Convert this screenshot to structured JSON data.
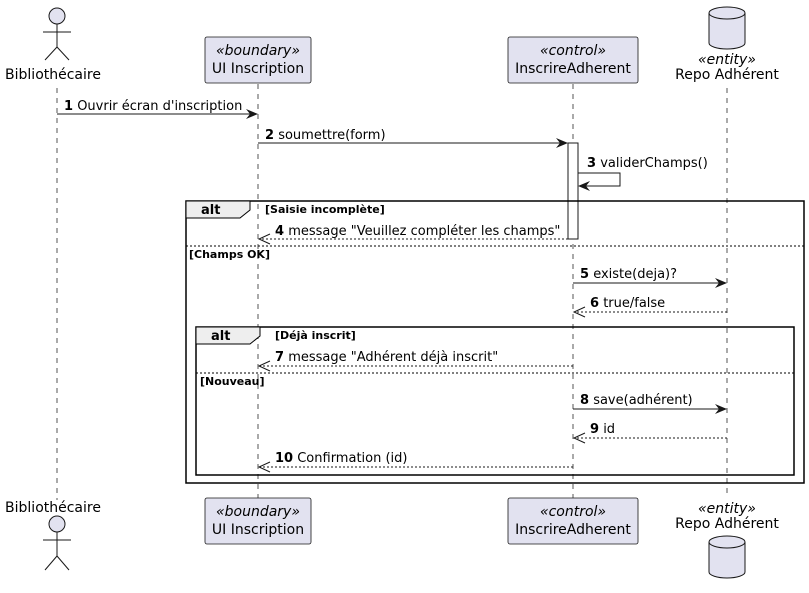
{
  "participants": [
    {
      "id": "lib",
      "kind": "actor",
      "name": "Bibliothécaire",
      "stereotype": ""
    },
    {
      "id": "ui",
      "kind": "box",
      "name": "UI Inscription",
      "stereotype": "«boundary»"
    },
    {
      "id": "ctl",
      "kind": "box",
      "name": "InscrireAdherent",
      "stereotype": "«control»"
    },
    {
      "id": "repo",
      "kind": "database",
      "name": "Repo Adhérent",
      "stereotype": "«entity»"
    }
  ],
  "messages": [
    {
      "num": "1",
      "text": "Ouvrir écran d'inscription",
      "from": "lib",
      "to": "ui",
      "style": "solid"
    },
    {
      "num": "2",
      "text": "soumettre(form)",
      "from": "ui",
      "to": "ctl",
      "style": "solid"
    },
    {
      "num": "3",
      "text": "validerChamps()",
      "from": "ctl",
      "to": "ctl",
      "style": "self"
    },
    {
      "num": "4",
      "text": "message \"Veuillez compléter les champs\"",
      "from": "ctl",
      "to": "ui",
      "style": "dashed"
    },
    {
      "num": "5",
      "text": "existe(deja)?",
      "from": "ctl",
      "to": "repo",
      "style": "solid"
    },
    {
      "num": "6",
      "text": "true/false",
      "from": "repo",
      "to": "ctl",
      "style": "dashed"
    },
    {
      "num": "7",
      "text": "message \"Adhérent déjà inscrit\"",
      "from": "ctl",
      "to": "ui",
      "style": "dashed"
    },
    {
      "num": "8",
      "text": "save(adhérent)",
      "from": "ctl",
      "to": "repo",
      "style": "solid"
    },
    {
      "num": "9",
      "text": "id",
      "from": "repo",
      "to": "ctl",
      "style": "dashed"
    },
    {
      "num": "10",
      "text": "Confirmation (id)",
      "from": "ctl",
      "to": "ui",
      "style": "dashed"
    }
  ],
  "fragments": [
    {
      "keyword": "alt",
      "guard1": "[Saisie incomplète]",
      "guard2": "[Champs OK]"
    },
    {
      "keyword": "alt",
      "guard1": "[Déjà inscrit]",
      "guard2": "[Nouveau]"
    }
  ]
}
